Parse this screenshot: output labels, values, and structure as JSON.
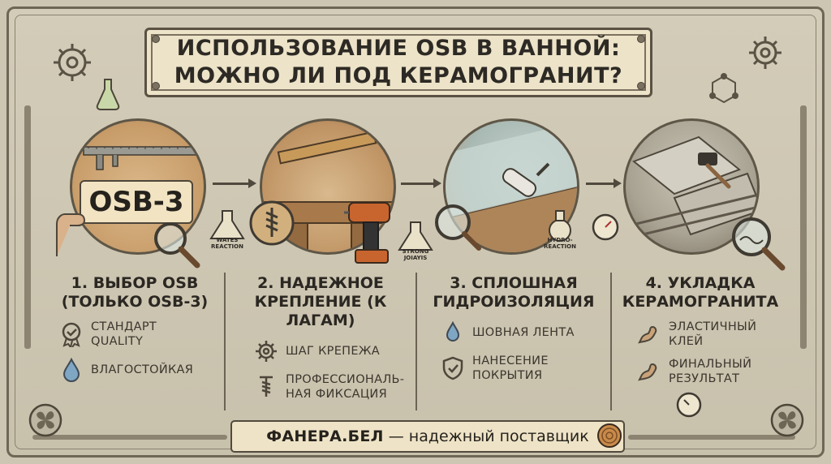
{
  "title": {
    "line1": "ИСПОЛЬЗОВАНИЕ OSB В ВАННОЙ:",
    "line2": "МОЖНО ЛИ ПОД КЕРАМОГРАНИТ?"
  },
  "illustrations": {
    "osb_board_label": "OSB-3",
    "flask_labels": [
      "WATES REACTION",
      "STRONG JOIAYIS",
      "HYDRO-REACTION"
    ]
  },
  "steps": [
    {
      "title_line1": "1. ВЫБОР OSB",
      "title_line2": "(ТОЛЬКО OSB-3)",
      "features": [
        {
          "icon": "quality-badge-icon",
          "text_line1": "СТАНДАРТ",
          "text_line2": "QUALITY"
        },
        {
          "icon": "water-drop-icon",
          "text_line1": "ВЛАГОСТОЙКАЯ",
          "text_line2": ""
        }
      ]
    },
    {
      "title_line1": "2. НАДЕЖНОЕ",
      "title_line2": "КРЕПЛЕНИЕ (К ЛАГАМ)",
      "features": [
        {
          "icon": "gear-icon",
          "text_line1": "ШАГ КРЕПЕЖА",
          "text_line2": ""
        },
        {
          "icon": "screw-icon",
          "text_line1": "ПРОФЕССИОНАЛЬ-",
          "text_line2": "НАЯ ФИКСАЦИЯ"
        }
      ]
    },
    {
      "title_line1": "3. СПЛОШНАЯ",
      "title_line2": "ГИДРОИЗОЛЯЦИЯ",
      "features": [
        {
          "icon": "drop-shield-icon",
          "text_line1": "ШОВНАЯ ЛЕНТА",
          "text_line2": ""
        },
        {
          "icon": "check-shield-icon",
          "text_line1": "НАНЕСЕНИЕ",
          "text_line2": "ПОКРЫТИЯ"
        }
      ]
    },
    {
      "title_line1": "4. УКЛАДКА",
      "title_line2": "КЕРАМОГРАНИТА",
      "features": [
        {
          "icon": "flexed-arm-icon",
          "text_line1": "ЭЛАСТИЧНЫЙ",
          "text_line2": "КЛЕЙ"
        },
        {
          "icon": "flexed-arm-icon",
          "text_line1": "ФИНАЛЬНЫЙ",
          "text_line2": "РЕЗУЛЬТАТ"
        }
      ]
    }
  ],
  "footer": {
    "brand": "ФАНЕРА.БЕЛ",
    "separator": "—",
    "tagline": "надежный поставщик"
  },
  "colors": {
    "background": "#cdc6b2",
    "plaque": "#ede3c8",
    "ink": "#2e2a24",
    "frame": "#6f6656"
  }
}
